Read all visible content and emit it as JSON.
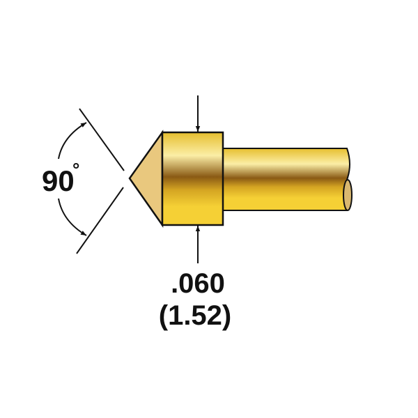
{
  "diagram": {
    "angle_label": "90",
    "degree_symbol": "°",
    "dimension_inch": ".060",
    "dimension_mm": "(1.52)",
    "colors": {
      "outline": "#111111",
      "cone": "#e9c87e",
      "gold_light": "#fbeea6",
      "gold_dark": "#8a5a14",
      "gold_bright": "#f5d035",
      "shaft_end": "#d9b870"
    }
  }
}
